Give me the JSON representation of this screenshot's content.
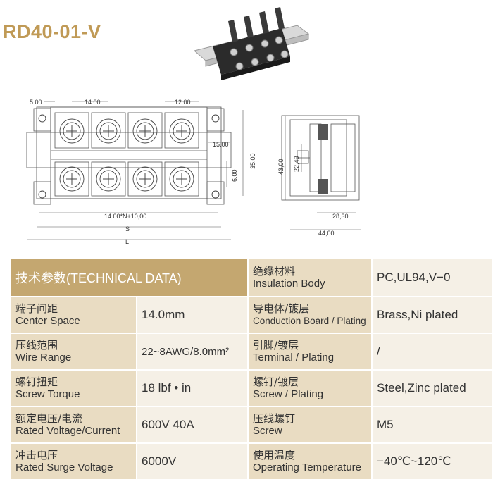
{
  "title": "RD40-01-V",
  "drawing": {
    "dims": {
      "d_5_00": "5.00",
      "d_14_00": "14.00",
      "d_12_00": "12.00",
      "d_15_00": "15.00",
      "d_6_00": "6.00",
      "d_35_00": "35.00",
      "d_formula": "14.00*N+10,00",
      "d_S": "S",
      "d_L": "L",
      "d_43_00": "43,00",
      "d_22_40": "22,40",
      "d_28_30": "28,30",
      "d_44_00": "44,00"
    }
  },
  "spec": {
    "header": "技术参数(TECHNICAL DATA)",
    "rows": [
      {
        "left_zh": "端子间距",
        "left_en": "Center Space",
        "left_val": "14.0mm",
        "right_zh": "导电体/镀层",
        "right_en": "Conduction Board / Plating",
        "right_val": "Brass,Ni plated"
      },
      {
        "left_zh": "压线范围",
        "left_en": "Wire Range",
        "left_val": "22~8AWG/8.0mm²",
        "right_zh": "引脚/镀层",
        "right_en": "Terminal / Plating",
        "right_val": "/"
      },
      {
        "left_zh": "螺钉扭矩",
        "left_en": "Screw Torque",
        "left_val": "18 lbf • in",
        "right_zh": "螺钉/镀层",
        "right_en": "Screw / Plating",
        "right_val": "Steel,Zinc plated"
      },
      {
        "left_zh": "额定电压/电流",
        "left_en": "Rated Voltage/Current",
        "left_val": "600V 40A",
        "right_zh": "压线螺钉",
        "right_en": "Screw",
        "right_val": "M5"
      },
      {
        "left_zh": "冲击电压",
        "left_en": "Rated Surge Voltage",
        "left_val": "6000V",
        "right_zh": "使用温度",
        "right_en": "Operating Temperature",
        "right_val": "−40℃~120℃"
      }
    ],
    "insulation": {
      "zh": "绝缘材料",
      "en": "Insulation Body",
      "val": "PC,UL94,V−0"
    }
  }
}
